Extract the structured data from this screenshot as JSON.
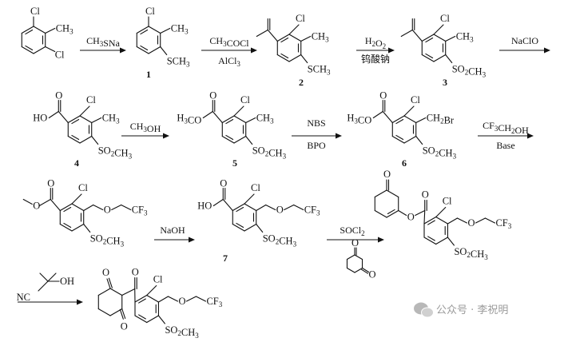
{
  "atoms": {
    "cl": "Cl",
    "ch3": "CH",
    "sch3": "SCH",
    "o": "O",
    "ho": "HO",
    "h3c": "H",
    "so2ch3": "SO",
    "br": "Br",
    "cf3": "CF",
    "nc": "NC",
    "oh": "OH",
    "sub3": "3",
    "sub2": "2"
  },
  "reagents": {
    "step1": "CH3SNa",
    "step2_top": "CH3COCl",
    "step2_bottom": "AlCl3",
    "step3_top": "H2O2",
    "step3_bottom": "钨酸钠",
    "step4": "NaClO",
    "step5": "CH3OH",
    "step6_top": "NBS",
    "step6_bottom": "BPO",
    "step7_top": "CF3CH2OH",
    "step7_bottom": "Base",
    "step8": "NaOH",
    "step9": "SOCl2"
  },
  "compounds": [
    "1",
    "2",
    "3",
    "4",
    "5",
    "6",
    "7"
  ],
  "watermark": {
    "text": "公众号 · 李祝明",
    "icon": "wechat-icon"
  }
}
